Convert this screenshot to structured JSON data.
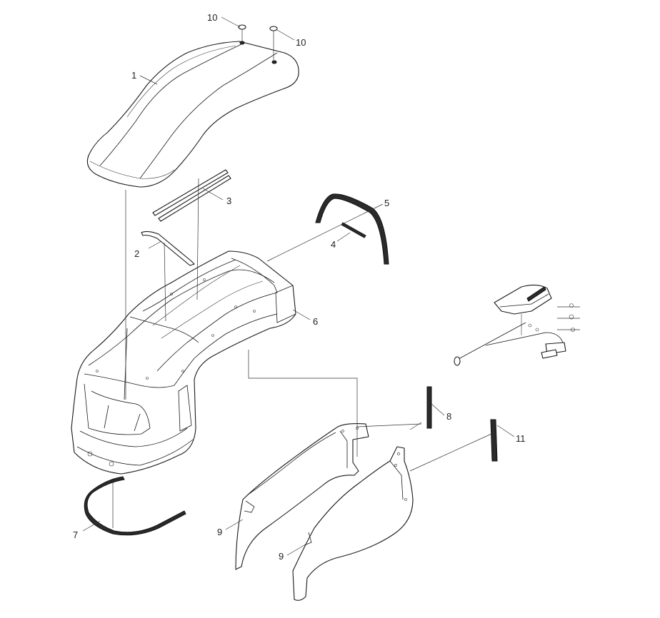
{
  "diagram": {
    "callouts": [
      {
        "id": "c10a",
        "label": "10"
      },
      {
        "id": "c10b",
        "label": "10"
      },
      {
        "id": "c1",
        "label": "1"
      },
      {
        "id": "c3",
        "label": "3"
      },
      {
        "id": "c5",
        "label": "5"
      },
      {
        "id": "c2",
        "label": "2"
      },
      {
        "id": "c4",
        "label": "4"
      },
      {
        "id": "c6",
        "label": "6"
      },
      {
        "id": "c8",
        "label": "8"
      },
      {
        "id": "c11",
        "label": "11"
      },
      {
        "id": "c7",
        "label": "7"
      },
      {
        "id": "c9a",
        "label": "9"
      },
      {
        "id": "c9b",
        "label": "9"
      }
    ]
  }
}
